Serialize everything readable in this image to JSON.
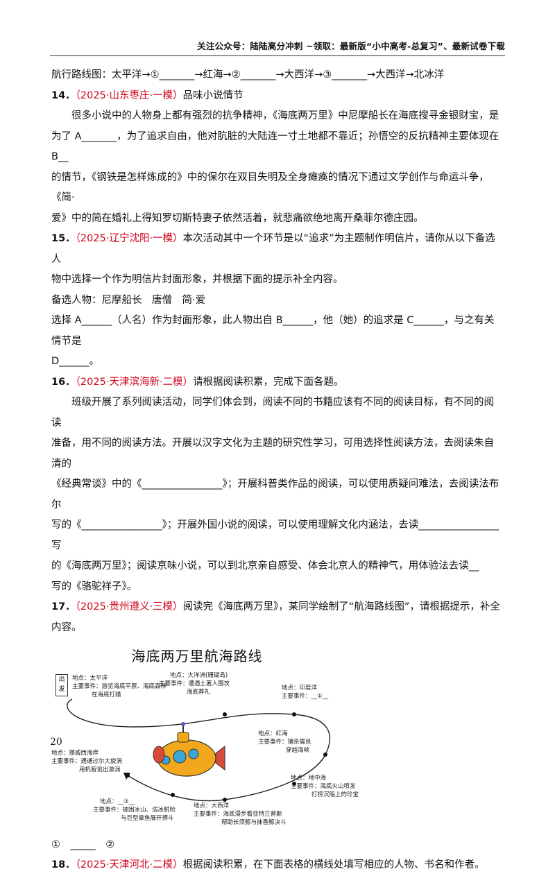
{
  "header": "关注公众号：陆陆高分冲刺 ~领取：最新版“小中高考-总复习”、最新试卷下载",
  "route_line": "航行路线图：太平洋→①_______→红海→②_______→大西洋→③_______→大西洋→北冰洋",
  "q14": {
    "num": "14．",
    "src": "（2025·山东枣庄·一模）",
    "title": "品味小说情节",
    "p1": "很多小说中的人物身上都有强烈的抗争精神，《海底两万里》中尼摩船长在海底搜寻金银财宝，是",
    "p2": "为了 A_______，为了追求自由，他对肮脏的大陆连一寸土地都不靠近；孙悟空的反抗精神主要体现在 B__",
    "p3": "的情节，《钢铁是怎样炼成的》中的保尔在双目失明及全身瘫痪的情况下通过文学创作与命运斗争，《简·",
    "p4": "爱》中的简在婚礼上得知罗切斯特妻子依然活着，就悲痛欲绝地离开桑菲尔德庄园。"
  },
  "q15": {
    "num": "15．",
    "src": "（2025·辽宁沈阳·一模）",
    "p1": "本次活动其中一个环节是以“追求”为主题制作明信片，请你从以下备选人",
    "p2": "物中选择一个作为明信片封面形象，并根据下面的提示补全内容。",
    "p3": "备选人物：尼摩船长　唐僧　简·爱",
    "p4": "选择 A______（人名）作为封面形象，此人物出自 B______，他（她）的追求是 C______，与之有关情节是",
    "p5": "D______。"
  },
  "q16": {
    "num": "16．",
    "src": "（2025·天津滨海新·二模）",
    "p1": "请根据阅读积累，完成下面各题。",
    "p2": "班级开展了系列阅读活动，同学们体会到，阅读不同的书籍应该有不同的阅读目标，有不同的阅读",
    "p3": "准备，用不同的阅读方法。开展以汉字文化为主题的研究性学习，可用选择性阅读方法，去阅读朱自清的",
    "p4": "《经典常谈》中的《________________》；开展科普类作品的阅读，可以使用质疑问难法，去阅读法布尔",
    "p5": "写的《________________》；开展外国小说的阅读，可以使用理解文化内涵法，去读________________写",
    "p6": "的《海底两万里》；阅读京味小说，可以到北京亲自感受、体会北京人的精神气，用体验法去读__",
    "p7": "写的《骆驼祥子》。"
  },
  "q17": {
    "num": "17．",
    "src": "（2025·贵州遵义·三模）",
    "p1": "阅读完《海底两万里》，某同学绘制了“航海路线图”，请根据提示，补全",
    "p2": "内容。"
  },
  "map": {
    "title": "海底两万里航海路线",
    "start": "出发",
    "stop1": [
      "地点：太平洋",
      "主要事件：游览海底平原、海底森林",
      "在海底打猎"
    ],
    "stop2": [
      "地点：大洋洲(珊瑚岛)",
      "主要事件：遭遇土著人围攻",
      "海底葬礼"
    ],
    "stop3": [
      "地点：印度洋",
      "主要事件：__①__"
    ],
    "stop4": [
      "地点：红海",
      "主要事件：捕杀儒艮",
      "穿越海峡"
    ],
    "stop5": [
      "地点：地中海",
      "主要事件：海底火山喷发",
      "打捞沉船上的珍宝"
    ],
    "stop6": [
      "地点：大西洋",
      "主要事件：海底漫步看亚特兰蒂斯",
      "帮助长须鲸与抹香鲸决斗"
    ],
    "stop7": [
      "地点：__③__",
      "主要事件：被困冰山、溺冰脱险",
      "与巨型章鱼展开搏斗"
    ],
    "stop8": [
      "地点：挪威西海岸",
      "主要事件：遇通过尔大旋涡",
      "用机智逃出漩涡"
    ]
  },
  "q17_answer": "①　_____　②",
  "q18": {
    "num": "18．",
    "src": "（2025·天津河北·二模）",
    "p1": "根据阅读积累，在下面表格的横线处填写相应的人物、书名和作者。"
  },
  "page_number": "20",
  "colors": {
    "source": "#d0021b",
    "sub_body": "#f2a81d",
    "sub_window": "#3aa7d8"
  }
}
